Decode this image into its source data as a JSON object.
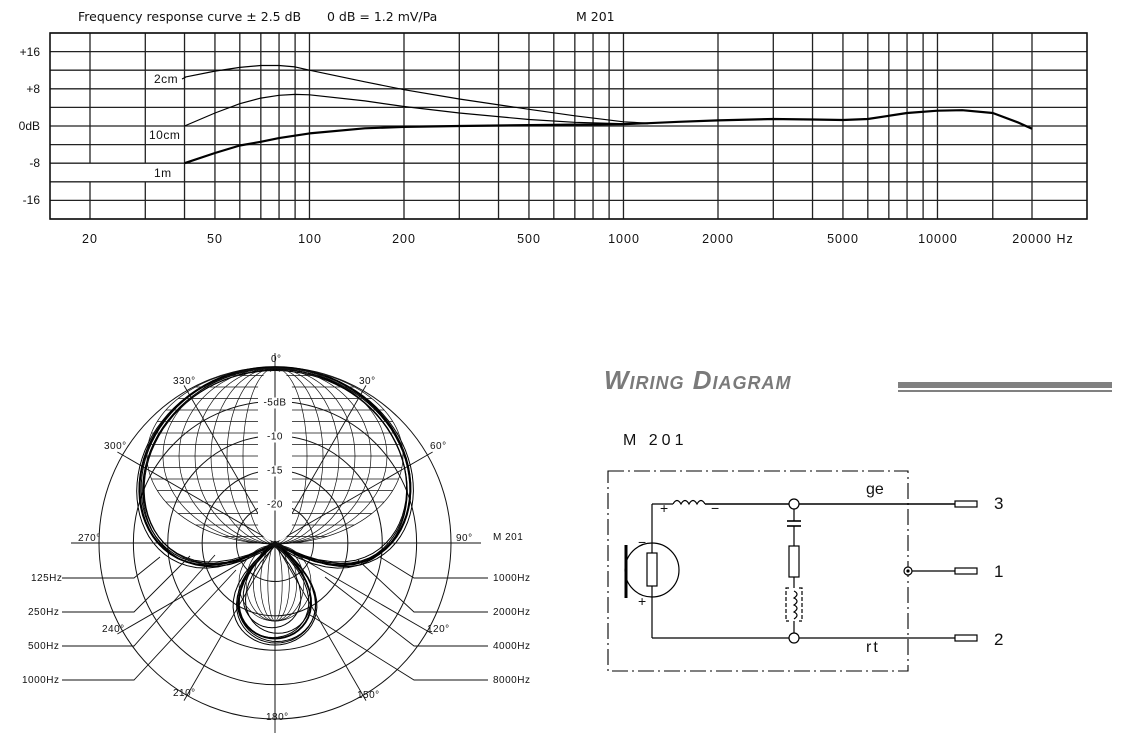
{
  "header": {
    "title": "Frequency response curve ± 2.5 dB",
    "reference": "0 dB = 1.2 mV/Pa",
    "model": "M 201"
  },
  "chart_data": [
    {
      "type": "line",
      "title": "Frequency response curve ± 2.5 dB",
      "subtitle": "0 dB = 1.2 mV/Pa",
      "model": "M 201",
      "xlabel": "Hz",
      "ylabel": "dB",
      "xscale": "log",
      "xlim": [
        20,
        25000
      ],
      "ylim": [
        -20,
        20
      ],
      "grid": true,
      "x_tick_labels": [
        "20",
        "50",
        "100",
        "200",
        "500",
        "1000",
        "2000",
        "5000",
        "10000",
        "20000 Hz"
      ],
      "x_ticks": [
        20,
        50,
        100,
        200,
        500,
        1000,
        2000,
        5000,
        10000,
        20000
      ],
      "y_tick_labels": [
        "+16",
        "+8",
        "0dB",
        "-8",
        "-16"
      ],
      "y_ticks": [
        16,
        8,
        0,
        -8,
        -16
      ],
      "series": [
        {
          "name": "2cm",
          "x": [
            40,
            50,
            60,
            70,
            80,
            90,
            100,
            150,
            200,
            300,
            500,
            700,
            1000,
            1200
          ],
          "y": [
            10.5,
            11.8,
            12.6,
            13.0,
            13.0,
            12.7,
            12.0,
            9.5,
            7.8,
            5.8,
            3.6,
            2.2,
            0.9,
            0.6
          ]
        },
        {
          "name": "10cm",
          "x": [
            40,
            50,
            60,
            70,
            80,
            90,
            100,
            150,
            200,
            300,
            500,
            700,
            1000,
            1200
          ],
          "y": [
            0.0,
            2.8,
            4.8,
            6.0,
            6.6,
            6.8,
            6.7,
            5.4,
            4.2,
            2.8,
            1.4,
            0.8,
            0.5,
            0.5
          ]
        },
        {
          "name": "1m",
          "x": [
            40,
            50,
            60,
            70,
            80,
            100,
            150,
            200,
            300,
            500,
            700,
            1000,
            1200,
            1500,
            2000,
            3000,
            4000,
            5000,
            6000,
            7000,
            8000,
            10000,
            12000,
            15000,
            18000,
            20000
          ],
          "y": [
            -8.0,
            -5.8,
            -4.2,
            -3.4,
            -2.6,
            -1.6,
            -0.5,
            -0.2,
            0.0,
            0.2,
            0.3,
            0.4,
            0.6,
            0.9,
            1.2,
            1.5,
            1.4,
            1.3,
            1.5,
            2.2,
            2.8,
            3.3,
            3.4,
            2.8,
            0.8,
            -0.6
          ]
        }
      ]
    },
    {
      "type": "polar",
      "title": "Polar pattern",
      "model": "M 201",
      "angle_labels": [
        "0°",
        "30°",
        "60°",
        "90°",
        "120°",
        "150°",
        "180°",
        "210°",
        "240°",
        "270°",
        "300°",
        "330°"
      ],
      "ring_labels": [
        "-5dB",
        "-10",
        "-15",
        "-20"
      ],
      "rings_db": [
        0,
        -5,
        -10,
        -15,
        -20,
        -25
      ],
      "legend_left": [
        "125Hz",
        "250Hz",
        "500Hz",
        "1000Hz"
      ],
      "legend_right": [
        "1000Hz",
        "2000Hz",
        "4000Hz",
        "8000Hz"
      ],
      "series": [
        {
          "name": "125Hz",
          "pattern": "supercardioid",
          "front_db": 0,
          "rear_db": -14
        },
        {
          "name": "250Hz",
          "pattern": "supercardioid",
          "front_db": 0,
          "rear_db": -14
        },
        {
          "name": "500Hz",
          "pattern": "supercardioid",
          "front_db": 0,
          "rear_db": -14
        },
        {
          "name": "1000Hz",
          "pattern": "supercardioid",
          "front_db": 0,
          "rear_db": -13
        },
        {
          "name": "2000Hz",
          "pattern": "supercardioid",
          "front_db": 0,
          "rear_db": -13
        },
        {
          "name": "4000Hz",
          "pattern": "supercardioid",
          "front_db": 0,
          "rear_db": -13
        },
        {
          "name": "8000Hz",
          "pattern": "supercardioid",
          "front_db": 0,
          "rear_db": -13
        }
      ]
    }
  ],
  "polar": {
    "model": "M 201",
    "angles": [
      "0°",
      "30°",
      "60°",
      "90°",
      "120°",
      "150°",
      "180°",
      "210°",
      "240°",
      "270°",
      "300°",
      "330°"
    ],
    "rings": [
      "-5dB",
      "-10",
      "-15",
      "-20"
    ],
    "legend_left": [
      "125Hz",
      "250Hz",
      "500Hz",
      "1000Hz"
    ],
    "legend_right": [
      "1000Hz",
      "2000Hz",
      "4000Hz",
      "8000Hz"
    ]
  },
  "wiring": {
    "title": "Wiring Diagram",
    "model": "M 201",
    "wire_top": "ge",
    "wire_bottom": "rt",
    "pins": [
      "3",
      "1",
      "2"
    ],
    "plus": "+",
    "minus": "−",
    "accent_color": "#7a7a7a"
  }
}
